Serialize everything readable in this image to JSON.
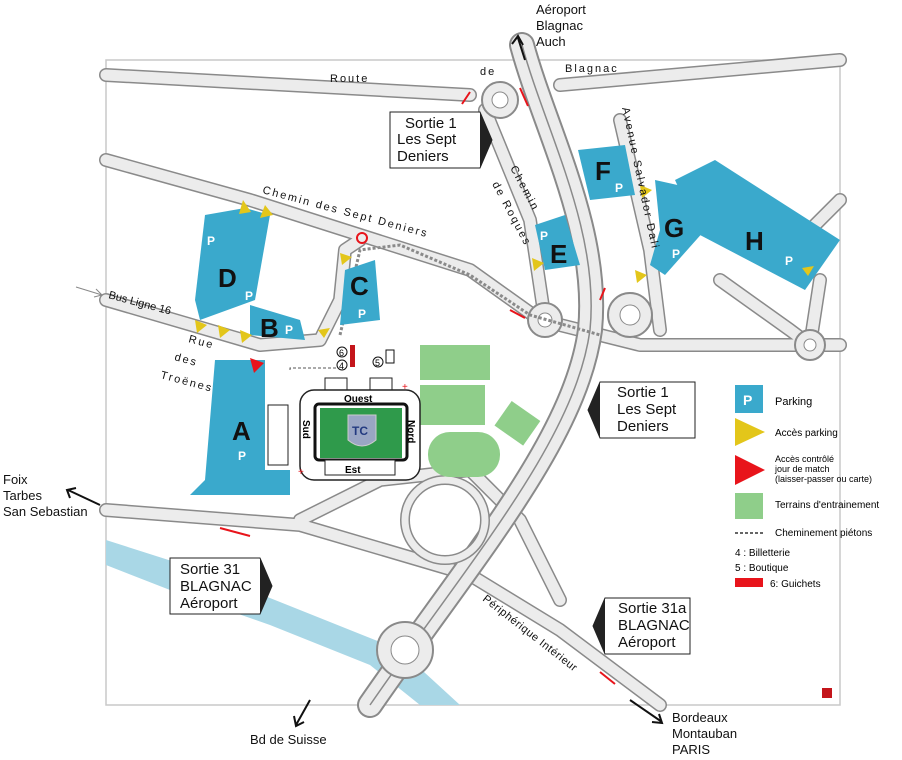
{
  "destinations": {
    "north": [
      "Aéroport",
      "Blagnac",
      "Auch"
    ],
    "west": [
      "Foix",
      "Tarbes",
      "San Sebastian"
    ],
    "south": "Bd de Suisse",
    "southeast": [
      "Bordeaux",
      "Montauban",
      "PARIS"
    ]
  },
  "exits": [
    {
      "lines": [
        "Sortie 1",
        "Les Sept",
        "Deniers"
      ]
    },
    {
      "lines": [
        "Sortie 1",
        "Les Sept",
        "Deniers"
      ]
    },
    {
      "lines": [
        "Sortie 31",
        "BLAGNAC",
        "Aéroport"
      ]
    },
    {
      "lines": [
        "Sortie 31a",
        "BLAGNAC",
        "Aéroport"
      ]
    }
  ],
  "streets": {
    "route_blagnac": [
      "Route",
      "de",
      "Blagnac"
    ],
    "chemin_sept_deniers": "Chemin des Sept Deniers",
    "chemin_roques": [
      "Chemin",
      "de Roques"
    ],
    "avenue_dali": "Avenue Salvador Dali",
    "bus": "Bus Ligne 16",
    "rue_troenes": [
      "Rue",
      "des",
      "Troënes"
    ],
    "peripherique": "Périphérique Intérieur"
  },
  "parkings": [
    {
      "letter": "A",
      "p": "P"
    },
    {
      "letter": "B",
      "p": "P"
    },
    {
      "letter": "C",
      "p": "P"
    },
    {
      "letter": "D",
      "p": "P"
    },
    {
      "letter": "E",
      "p": "P"
    },
    {
      "letter": "F",
      "p": "P"
    },
    {
      "letter": "G",
      "p": "P"
    },
    {
      "letter": "H",
      "p": "P"
    }
  ],
  "stadium": {
    "ouest": "Ouest",
    "sud": "Sud",
    "nord": "Nord",
    "est": "Est",
    "logo_text": "TC"
  },
  "markers": {
    "six": "6",
    "four": "4",
    "five": "5"
  },
  "legend": {
    "parking_p": "P",
    "parking": "Parking",
    "acces_parking": "Accès parking",
    "acces_controle": [
      "Accès contrôlé",
      "jour de match",
      "(laisser-passer ou carte)"
    ],
    "terrains": "Terrains d'entrainement",
    "pietons": "Cheminement piétons",
    "billetterie": "4 : Billetterie",
    "boutique": "5 : Boutique",
    "guichets": "6: Guichets"
  },
  "colors": {
    "parking": "#3aa9cc",
    "access": "#e3c61a",
    "controlled": "#e8141b",
    "training": "#8fce8a",
    "river": "#a9d7e6"
  }
}
